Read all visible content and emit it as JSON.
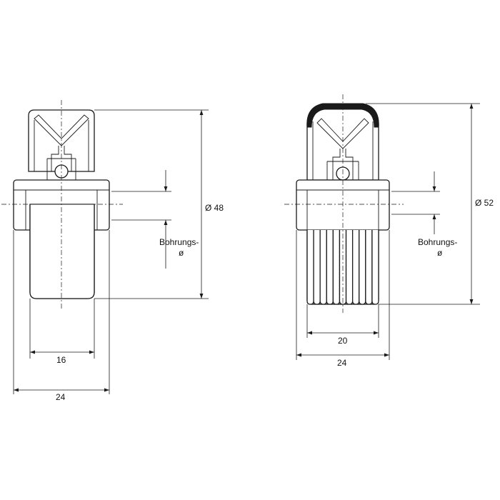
{
  "left_view": {
    "diameter_label": "Ø 48",
    "bore_label_line1": "Bohrungs-",
    "bore_label_line2": "ø",
    "inner_width_label": "16",
    "outer_width_label": "24"
  },
  "right_view": {
    "diameter_label": "Ø 52",
    "bore_label_line1": "Bohrungs-",
    "bore_label_line2": "ø",
    "inner_width_label": "20",
    "outer_width_label": "24"
  },
  "colors": {
    "line": "#1a1a1a",
    "background": "#ffffff"
  }
}
